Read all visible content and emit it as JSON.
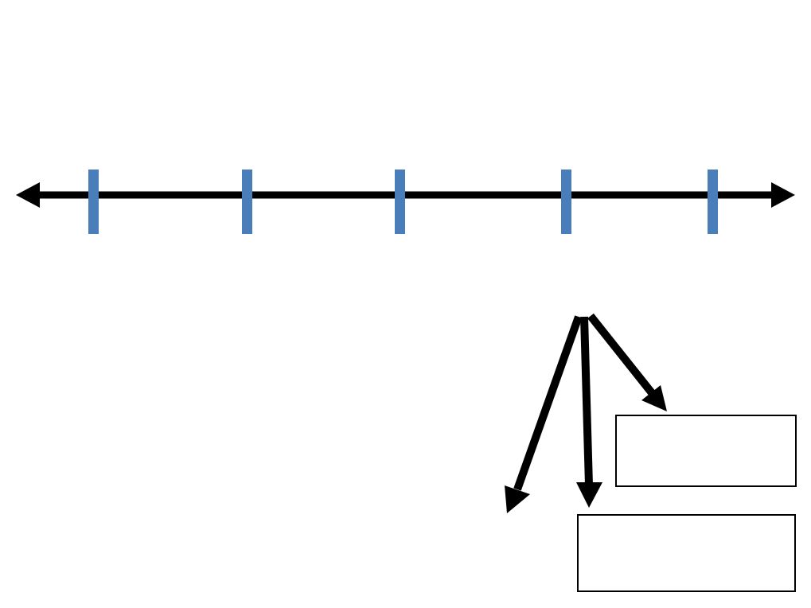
{
  "number_line": {
    "line_color": "#000000",
    "tick_color": "#4a7ebb",
    "tick_count": 5,
    "tick_labels": [
      "",
      "",
      "",
      "",
      ""
    ]
  },
  "pointer_arrows": {
    "color": "#000000",
    "count": 3
  },
  "answer_boxes": [
    {
      "label": "box-upper",
      "text": ""
    },
    {
      "label": "box-lower",
      "text": ""
    }
  ]
}
